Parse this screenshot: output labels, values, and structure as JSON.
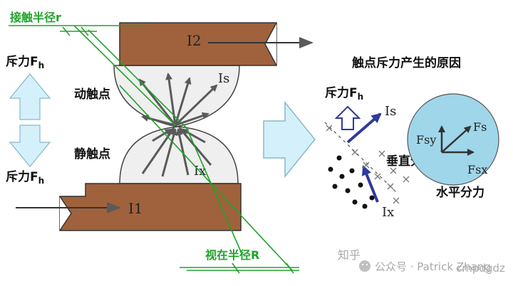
{
  "labels": {
    "contact_radius": "接触半径r",
    "apparent_radius": "视在半径R",
    "repulsion_left_top": "斥力F",
    "repulsion_left_top_sub": "h",
    "repulsion_left_bottom": "斥力F",
    "repulsion_left_bottom_sub": "h",
    "moving_contact": "动触点",
    "static_contact": "静触点",
    "current_top": "I2",
    "current_bottom": "I1",
    "current_is": "Is",
    "current_ix": "Ix",
    "cause_title": "触点斥力产生的原因",
    "repulsion_right": "斥力F",
    "repulsion_right_sub": "h",
    "right_is": "Is",
    "right_ix": "Ix",
    "vertical_force": "垂直分力",
    "horizontal_force": "水平分力",
    "fs": "Fs",
    "fsy": "Fsy",
    "fsx": "Fsx",
    "watermark_platform": "知乎",
    "watermark_account": "公众号 · Patrick Zhang",
    "watermark_id": "cmpdgdz"
  },
  "colors": {
    "copper": "#a0623c",
    "green": "#1fa32a",
    "blue_arrow": "#2e3a9e",
    "light_blue": "#d4f0fb",
    "circle_fill": "#9fd6ea",
    "arrow_gray": "#5a5a5a"
  }
}
